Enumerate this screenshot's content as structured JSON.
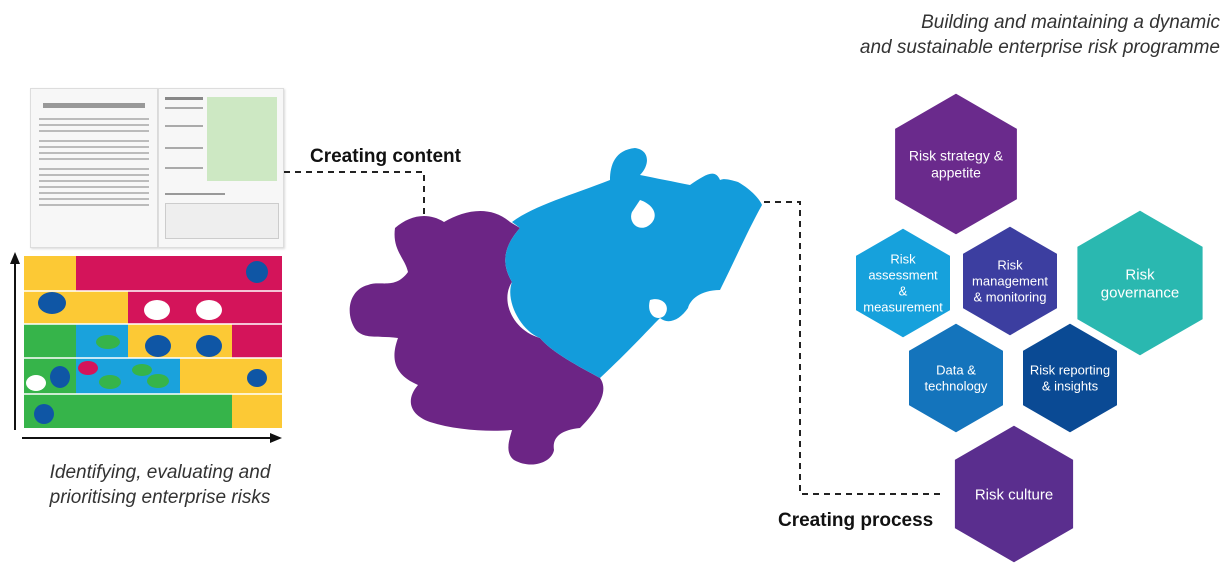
{
  "captions": {
    "top_right": [
      "Building and maintaining a dynamic",
      "and sustainable enterprise risk programme"
    ],
    "bottom_left": [
      "Identifying, evaluating and",
      "prioritising enterprise risks"
    ]
  },
  "labels": {
    "creating_content": "Creating content",
    "creating_process": "Creating process"
  },
  "hexagons": [
    {
      "id": "risk-strategy",
      "lines": [
        "Risk strategy &",
        "appetite"
      ],
      "color": "#6a2a8c"
    },
    {
      "id": "risk-assessment",
      "lines": [
        "Risk",
        "assessment",
        "&",
        "measurement"
      ],
      "color": "#16a1dc"
    },
    {
      "id": "risk-management",
      "lines": [
        "Risk",
        "management",
        "& monitoring"
      ],
      "color": "#3c3ea0"
    },
    {
      "id": "risk-governance",
      "lines": [
        "Risk",
        "governance"
      ],
      "color": "#2ab8b0"
    },
    {
      "id": "data-technology",
      "lines": [
        "Data &",
        "technology"
      ],
      "color": "#1474bc"
    },
    {
      "id": "risk-reporting",
      "lines": [
        "Risk reporting",
        "& insights"
      ],
      "color": "#0a4a94"
    },
    {
      "id": "risk-culture",
      "lines": [
        "Risk culture"
      ],
      "color": "#5a2e8e"
    }
  ],
  "colors": {
    "puzzle_left": "#6c2585",
    "puzzle_right": "#139cdb",
    "heat_red": "#d4145a",
    "heat_yellow": "#fcc935",
    "heat_green": "#36b44a",
    "heat_blue": "#1aa2dc",
    "dot_navy": "#0f56a5"
  }
}
